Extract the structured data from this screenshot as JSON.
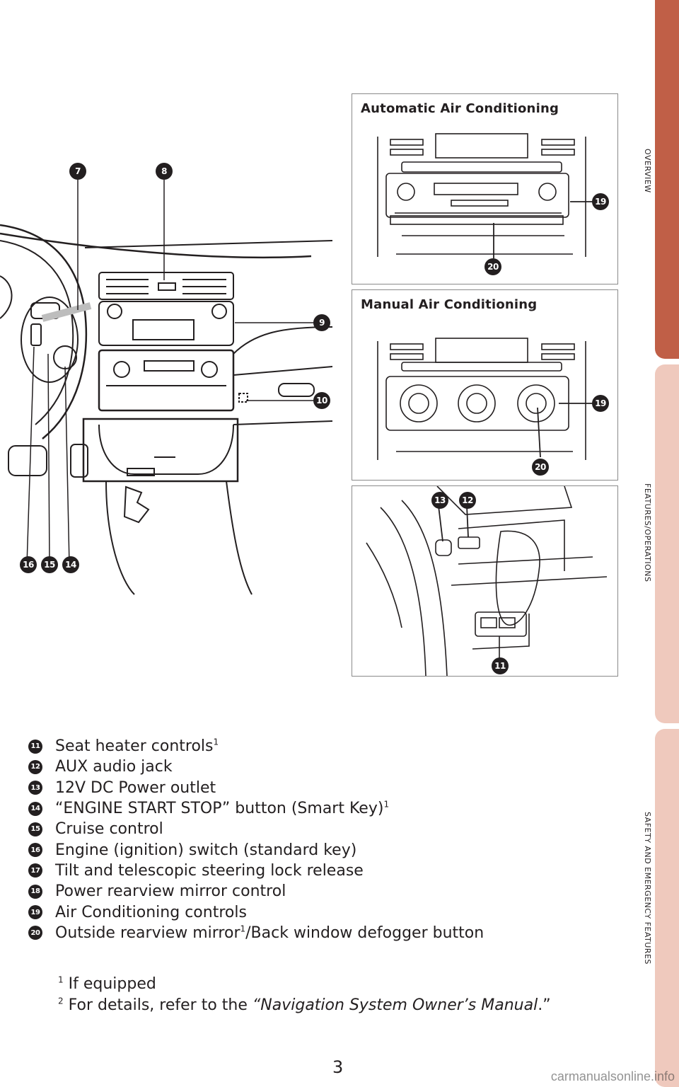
{
  "side_tabs": [
    "OVERVIEW",
    "FEATURES/OPERATIONS",
    "SAFETY AND EMERGENCY FEATURES"
  ],
  "colors": {
    "active_tab": "#c05f47",
    "inactive_tab": "#efc9bd",
    "ink": "#231f20"
  },
  "dashboard_markers": [
    "7",
    "8",
    "9",
    "10",
    "16",
    "15",
    "14"
  ],
  "panels": {
    "auto_ac": {
      "title": "Automatic Air Conditioning",
      "markers": [
        "19",
        "20"
      ]
    },
    "manual_ac": {
      "title": "Manual Air Conditioning",
      "markers": [
        "19",
        "20"
      ]
    },
    "console": {
      "markers": [
        "13",
        "12",
        "11"
      ]
    }
  },
  "legend": [
    {
      "num": "11",
      "text": "Seat heater controls",
      "sup": "1"
    },
    {
      "num": "12",
      "text": "AUX audio jack",
      "sup": ""
    },
    {
      "num": "13",
      "text": "12V DC Power outlet",
      "sup": ""
    },
    {
      "num": "14",
      "text": "“ENGINE START STOP” button (Smart Key)",
      "sup": "1"
    },
    {
      "num": "15",
      "text": "Cruise control",
      "sup": ""
    },
    {
      "num": "16",
      "text": "Engine (ignition) switch (standard key)",
      "sup": ""
    },
    {
      "num": "17",
      "text": "Tilt and telescopic steering lock release",
      "sup": ""
    },
    {
      "num": "18",
      "text": "Power rearview mirror control",
      "sup": ""
    },
    {
      "num": "19",
      "text": "Air Conditioning controls",
      "sup": ""
    },
    {
      "num": "20",
      "text": "Outside rearview mirror",
      "sup": "1",
      "after": "/Back window defogger button"
    }
  ],
  "footnotes": {
    "f1_mark": "1",
    "f1_text": "If equipped",
    "f2_mark": "2",
    "f2_prefix": "For details, refer to the ",
    "f2_title": "“Navigation System Owner’s Manual",
    "f2_suffix": ".”"
  },
  "page_number": "3",
  "watermark": "carmanualsonline.info"
}
